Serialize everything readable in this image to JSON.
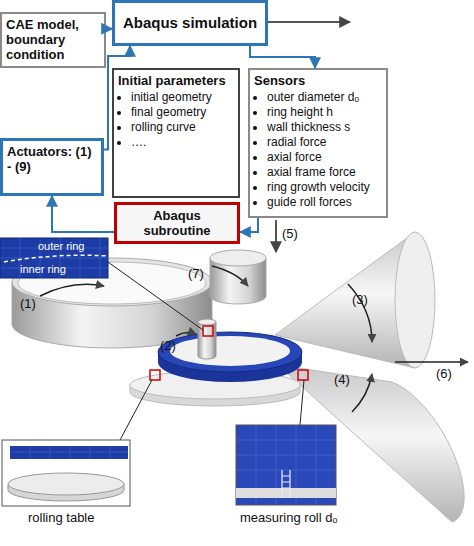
{
  "diagram": {
    "nodes": [
      {
        "text": [
          "CAE model, boundary condition"
        ]
      },
      {
        "text": [
          "Abaqus simulation"
        ]
      },
      {
        "text": [
          "Initial parameters",
          "initial geometry",
          "final geometry",
          "rolling curve",
          "…."
        ]
      },
      {
        "text": [
          "Sensors",
          "outer diameter dₒ",
          "ring height h",
          "wall thickness s",
          "radial force",
          "axial force",
          "axial frame force",
          "ring growth velocity",
          "guide roll forces"
        ]
      },
      {
        "text": [
          "Actuators: (1) - (9)"
        ]
      },
      {
        "text": [
          "Abaqus subroutine"
        ]
      }
    ],
    "edges": [
      {
        "from": 0,
        "to": 1,
        "arrow": "to"
      },
      {
        "from": 4,
        "to": 1,
        "arrow": "to"
      },
      {
        "from": 1,
        "to": 3,
        "arrow": "to"
      },
      {
        "from": 3,
        "to": 5,
        "arrow": "to"
      },
      {
        "from": 5,
        "to": 4,
        "arrow": "to"
      }
    ],
    "labels": [
      "outer ring",
      "inner ring",
      "(1)",
      "(2)",
      "(3)",
      "(4)",
      "(5)",
      "(6)",
      "(7)",
      "rolling table",
      "measuring roll dₒ"
    ]
  }
}
